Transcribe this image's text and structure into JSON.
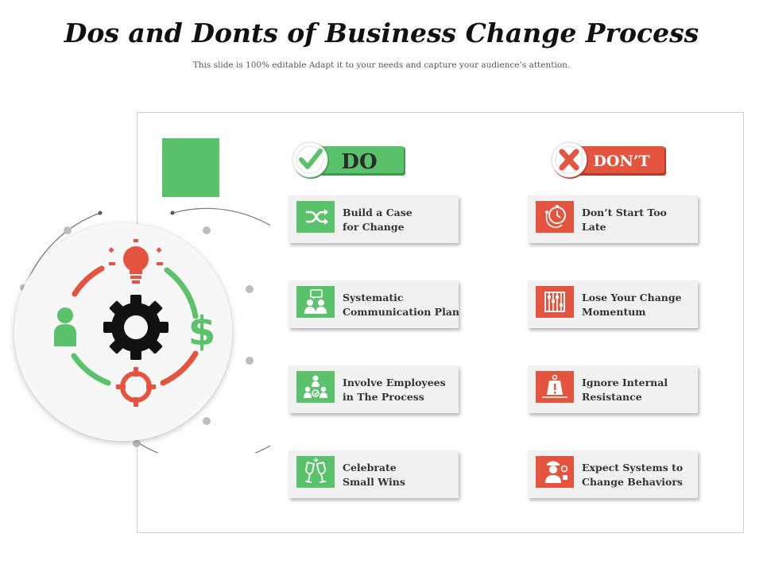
{
  "title": "Dos and Donts of Business Change Process",
  "subtitle": "This slide is 100% editable Adapt it to your needs and capture your audience’s attention.",
  "do_badge": {
    "label": "DO",
    "icon": "check-icon"
  },
  "dont_badge": {
    "label": "DON’T",
    "icon": "x-icon"
  },
  "do_items": [
    {
      "icon": "shuffle-icon",
      "lines": [
        "Build a Case",
        "for Change"
      ]
    },
    {
      "icon": "chat-group-icon",
      "lines": [
        "Systematic",
        "Communication Plan"
      ]
    },
    {
      "icon": "team-icon",
      "lines": [
        "Involve Employees",
        "in The Process"
      ]
    },
    {
      "icon": "cheers-icon",
      "lines": [
        "Celebrate",
        "Small Wins"
      ]
    }
  ],
  "dont_items": [
    {
      "icon": "stopwatch-icon",
      "lines": [
        "Don’t Start Too",
        "Late"
      ]
    },
    {
      "icon": "abacus-icon",
      "lines": [
        "Lose Your Change",
        "Momentum"
      ]
    },
    {
      "icon": "warning-weight-icon",
      "lines": [
        "Ignore Internal",
        "Resistance"
      ]
    },
    {
      "icon": "worker-icon",
      "lines": [
        "Expect Systems to",
        "Change Behaviors"
      ]
    }
  ],
  "colors": {
    "green": "#5ac26a",
    "red": "#e4543f",
    "card": "#f1f1f1",
    "text": "#333333"
  }
}
